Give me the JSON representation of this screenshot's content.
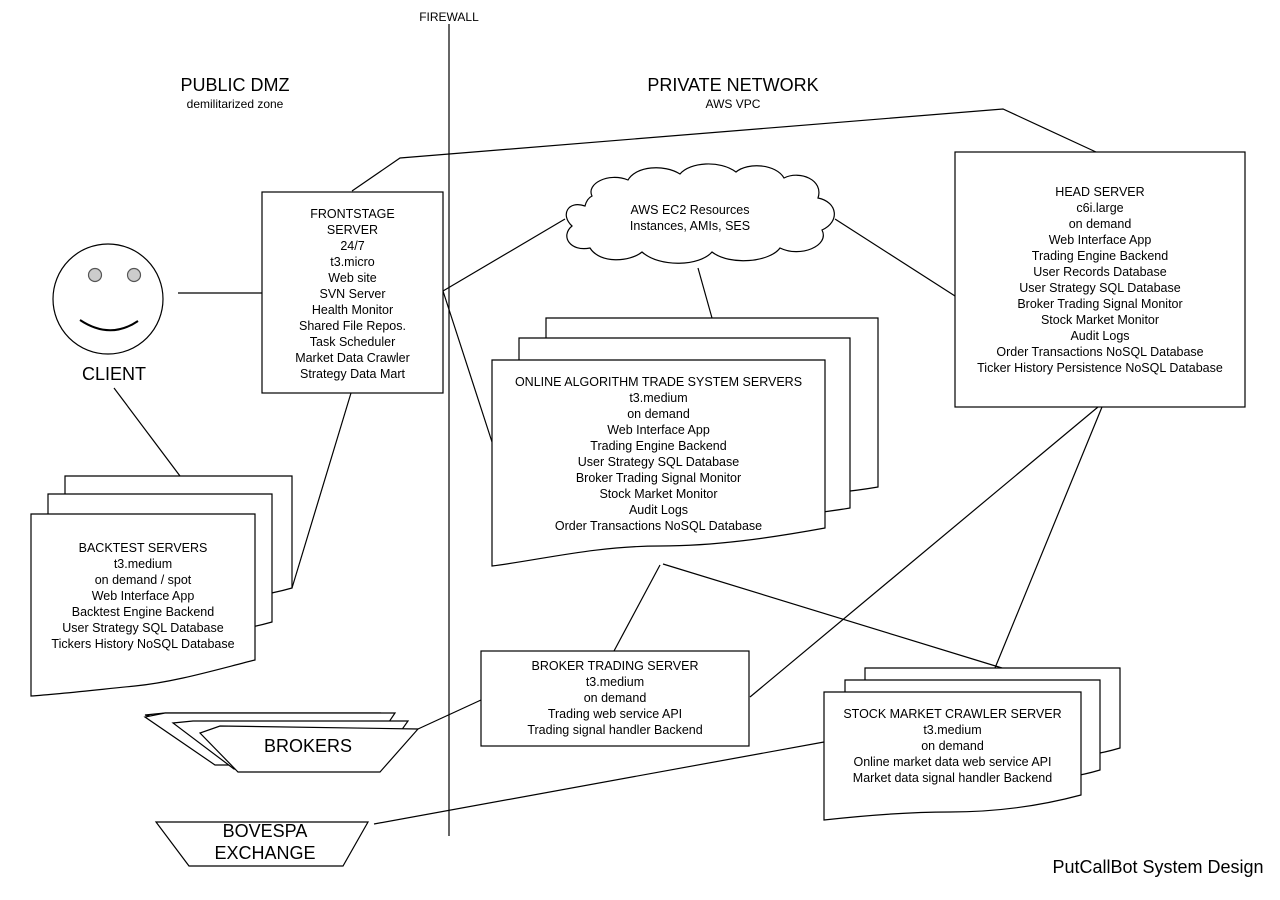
{
  "firewall_label": "FIREWALL",
  "zones": {
    "public": {
      "title": "PUBLIC DMZ",
      "subtitle": "demilitarized zone"
    },
    "private": {
      "title": "PRIVATE NETWORK",
      "subtitle": "AWS VPC"
    }
  },
  "client_label": "CLIENT",
  "frontstage": {
    "lines": [
      "FRONTSTAGE",
      "SERVER",
      "24/7",
      "t3.micro",
      "Web site",
      "SVN Server",
      "Health Monitor",
      "Shared File Repos.",
      "Task Scheduler",
      "Market Data Crawler",
      "Strategy Data Mart"
    ]
  },
  "aws_cloud": {
    "lines": [
      "AWS EC2 Resources",
      "Instances, AMIs, SES"
    ]
  },
  "head_server": {
    "lines": [
      "HEAD SERVER",
      "c6i.large",
      "on demand",
      "Web Interface App",
      "Trading Engine Backend",
      "User Records Database",
      "User Strategy SQL Database",
      "Broker Trading Signal Monitor",
      "Stock Market Monitor",
      "Audit Logs",
      "Order Transactions NoSQL Database",
      "Ticker History Persistence NoSQL Database"
    ]
  },
  "online_servers": {
    "lines": [
      "ONLINE ALGORITHM TRADE SYSTEM SERVERS",
      "t3.medium",
      "on demand",
      "Web Interface App",
      "Trading Engine Backend",
      "User Strategy SQL Database",
      "Broker Trading Signal Monitor",
      "Stock Market Monitor",
      "Audit Logs",
      "Order Transactions NoSQL Database"
    ]
  },
  "backtest_servers": {
    "lines": [
      "BACKTEST SERVERS",
      "t3.medium",
      "on demand / spot",
      "Web Interface App",
      "Backtest Engine Backend",
      "User Strategy SQL Database",
      "Tickers History NoSQL Database"
    ]
  },
  "broker_trading_server": {
    "lines": [
      "BROKER TRADING SERVER",
      "t3.medium",
      "on demand",
      "Trading web service API",
      "Trading signal handler Backend"
    ]
  },
  "stock_crawler_server": {
    "lines": [
      "STOCK MARKET CRAWLER SERVER",
      "t3.medium",
      "on demand",
      "Online market data web service API",
      "Market data signal handler Backend"
    ]
  },
  "brokers_label": "BROKERS",
  "bovespa": {
    "lines": [
      "BOVESPA",
      "EXCHANGE"
    ]
  },
  "footer_title": "PutCallBot System Design"
}
